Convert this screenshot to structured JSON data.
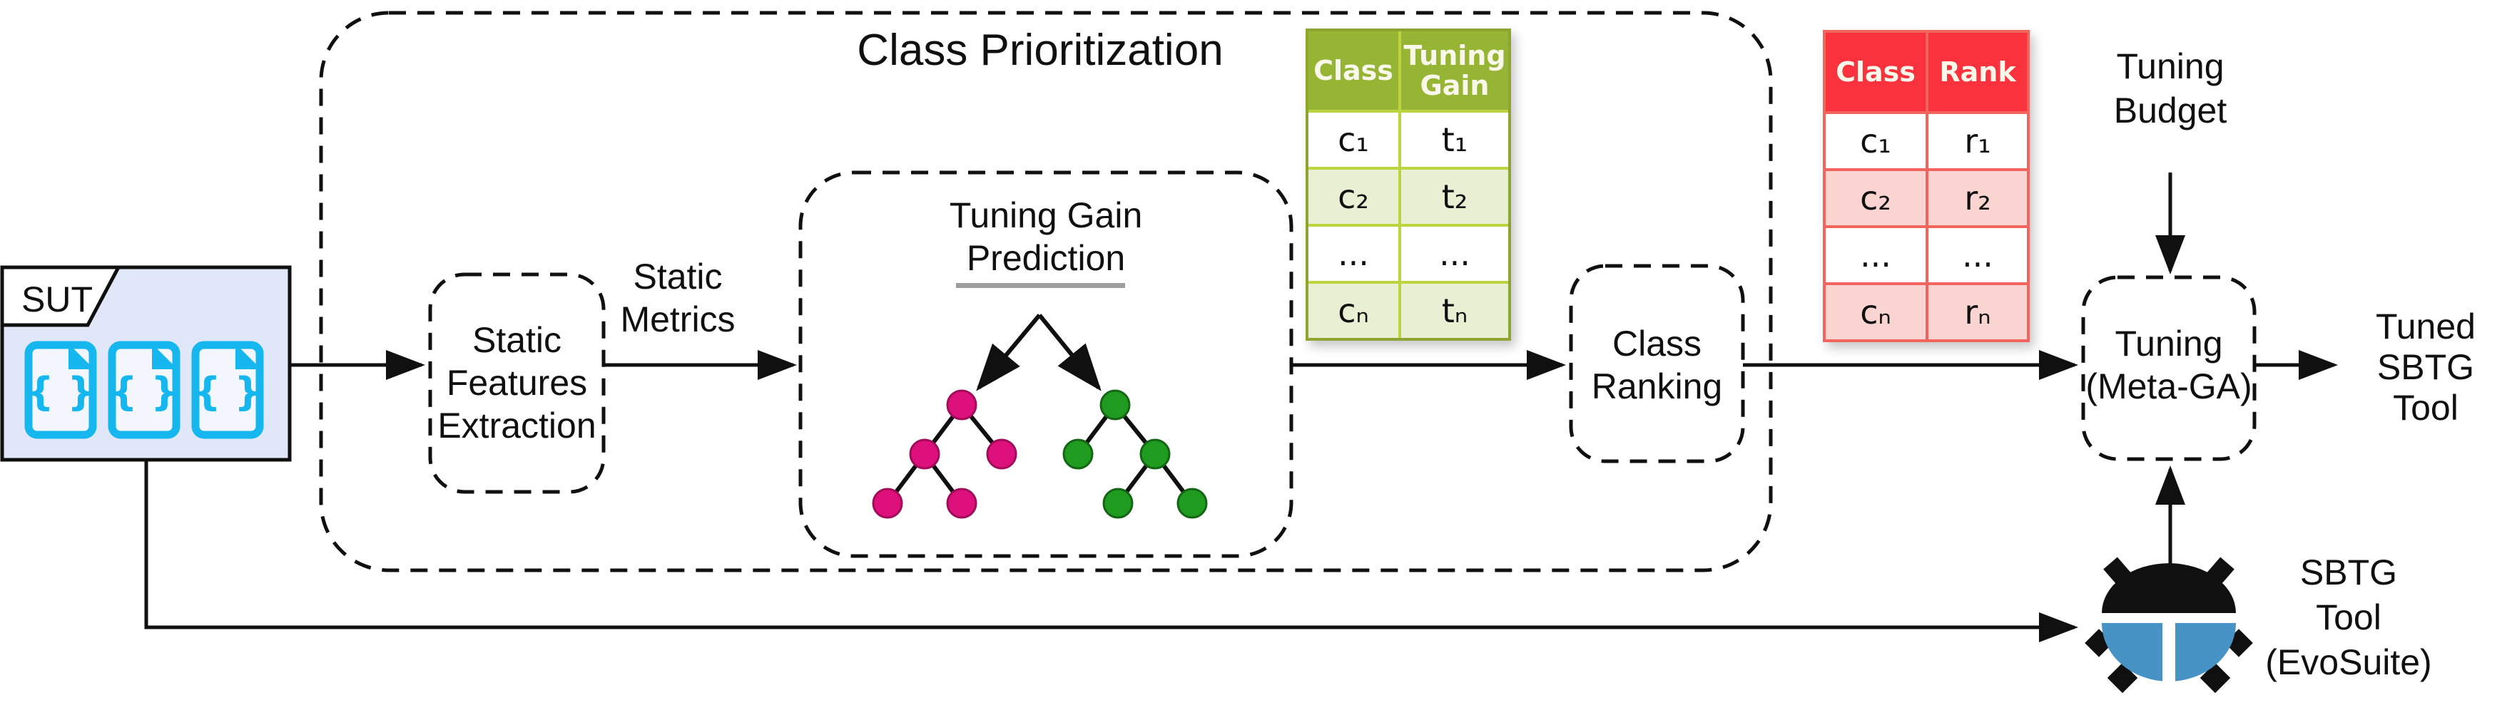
{
  "diagram": {
    "outer_box_title": "Class Prioritization",
    "sut": {
      "label": "SUT",
      "file_icon_glyph": "{ }"
    },
    "static_features_extraction": "Static\nFeatures\nExtraction",
    "static_metrics": "Static\nMetrics",
    "tuning_gain_prediction": "Tuning Gain\nPrediction",
    "class_ranking": "Class\nRanking",
    "tuning_meta_ga": "Tuning\n(Meta-GA)",
    "tuning_budget": "Tuning\nBudget",
    "tuned_tool": "Tuned\nSBTG\nTool",
    "sbtg_tool": "SBTG\nTool\n(EvoSuite)"
  },
  "gain_table": {
    "headers": [
      "Class",
      "Tuning Gain"
    ],
    "rows": [
      [
        "c₁",
        "t₁"
      ],
      [
        "c₂",
        "t₂"
      ],
      [
        "...",
        "..."
      ],
      [
        "cₙ",
        "tₙ"
      ]
    ]
  },
  "rank_table": {
    "headers": [
      "Class",
      "Rank"
    ],
    "rows": [
      [
        "c₁",
        "r₁"
      ],
      [
        "c₂",
        "r₂"
      ],
      [
        "...",
        "..."
      ],
      [
        "cₙ",
        "rₙ"
      ]
    ]
  },
  "colors": {
    "file_icon_cyan": "#16b7ee",
    "sut_fill": "#dfe7f9",
    "tree_pink": "#de107c",
    "tree_green": "#1f9b1f",
    "gain_header": "#97b535",
    "gain_row_alt": "#e9efd2",
    "gain_grid": "#bcd43e",
    "rank_header": "#fa323d",
    "rank_row_alt": "#f9d4d1",
    "rank_grid": "#f2655e",
    "bug_blue": "#4793c6",
    "line_black": "#101010"
  }
}
